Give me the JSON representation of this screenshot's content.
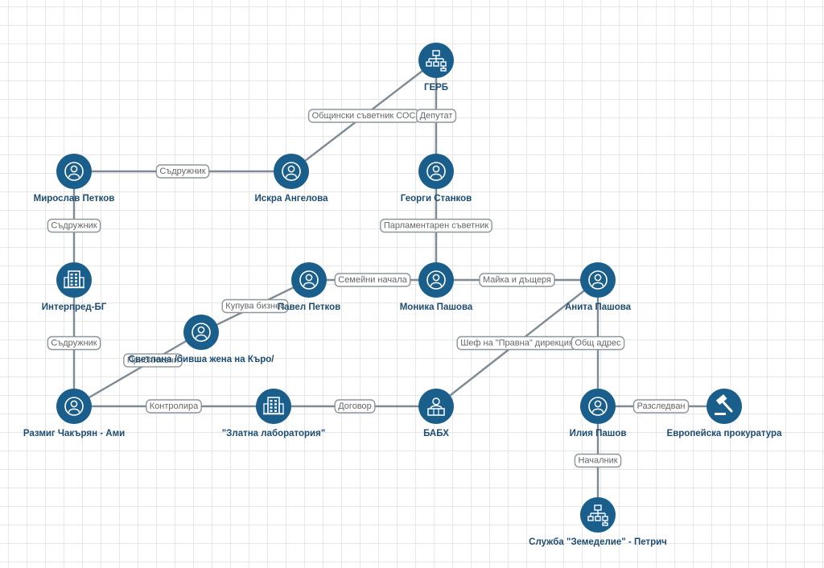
{
  "colors": {
    "node": "#1a5e8c",
    "edge": "#7e8a94",
    "label": "#1d4d72"
  },
  "nodes": [
    {
      "id": "gerb",
      "label": "ГЕРБ",
      "icon": "org-chart-icon"
    },
    {
      "id": "miroslav",
      "label": "Мирослав Петков",
      "icon": "person-icon"
    },
    {
      "id": "iskra",
      "label": "Искра Ангелова",
      "icon": "person-icon"
    },
    {
      "id": "georgi",
      "label": "Георги Станков",
      "icon": "person-icon"
    },
    {
      "id": "interpred",
      "label": "Интерпред-БГ",
      "icon": "building-icon"
    },
    {
      "id": "pavel",
      "label": "Павел Петков",
      "icon": "person-icon"
    },
    {
      "id": "monika",
      "label": "Моника Пашова",
      "icon": "person-icon"
    },
    {
      "id": "anita",
      "label": "Анита Пашова",
      "icon": "person-icon"
    },
    {
      "id": "svetlana",
      "label": "Светлана /бивша жена на Къро/",
      "icon": "person-icon"
    },
    {
      "id": "razmig",
      "label": "Размиг Чакърян - Ами",
      "icon": "person-icon"
    },
    {
      "id": "zlatna",
      "label": "\"Златна лаборатория\"",
      "icon": "building-icon"
    },
    {
      "id": "babh",
      "label": "БАБХ",
      "icon": "official-icon"
    },
    {
      "id": "iliya",
      "label": "Илия Пашов",
      "icon": "person-icon"
    },
    {
      "id": "prokuratura",
      "label": "Европейска прокуратура",
      "icon": "gavel-icon"
    },
    {
      "id": "sluzhba",
      "label": "Служба \"Земеделие\" - Петрич",
      "icon": "org-chart-icon"
    }
  ],
  "edges": [
    {
      "from": "iskra",
      "to": "gerb",
      "label": "Общински съветник СОС"
    },
    {
      "from": "gerb",
      "to": "georgi",
      "label": "Депутат"
    },
    {
      "from": "miroslav",
      "to": "iskra",
      "label": "Съдружник"
    },
    {
      "from": "georgi",
      "to": "monika",
      "label": "Парламентарен съветник"
    },
    {
      "from": "miroslav",
      "to": "interpred",
      "label": "Съдружник"
    },
    {
      "from": "interpred",
      "to": "razmig",
      "label": "Съдружник"
    },
    {
      "from": "pavel",
      "to": "monika",
      "label": "Семейни начала"
    },
    {
      "from": "monika",
      "to": "anita",
      "label": "Майка и дъщеря"
    },
    {
      "from": "svetlana",
      "to": "pavel",
      "label": "Купува бизнес"
    },
    {
      "from": "razmig",
      "to": "svetlana",
      "label": "Приближени"
    },
    {
      "from": "razmig",
      "to": "zlatna",
      "label": "Контролира"
    },
    {
      "from": "zlatna",
      "to": "babh",
      "label": "Договор"
    },
    {
      "from": "babh",
      "to": "anita",
      "label": "Шеф на \"Правна\" дирекция"
    },
    {
      "from": "anita",
      "to": "iliya",
      "label": "Общ адрес"
    },
    {
      "from": "iliya",
      "to": "prokuratura",
      "label": "Разследван"
    },
    {
      "from": "iliya",
      "to": "sluzhba",
      "label": "Началник"
    }
  ]
}
